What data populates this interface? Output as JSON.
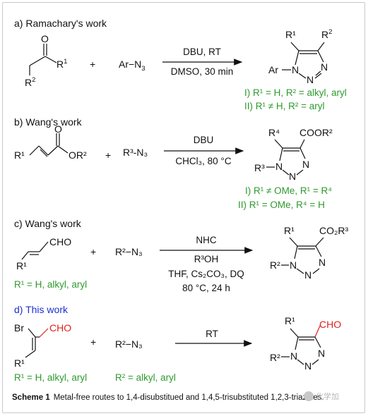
{
  "sections": {
    "a": {
      "header": "a) Ramachary's work",
      "r1": "R",
      "r1_sup": "1",
      "r2": "R",
      "r2_sup": "2",
      "o": "O",
      "plus": "+",
      "azide": "Ar−N",
      "azide_sub": "3",
      "cond_top": "DBU, RT",
      "cond_bottom": "DMSO, 30 min",
      "product_ar": "Ar",
      "n": "N",
      "line1": "I)  R¹ = H, R² = alkyl, aryl",
      "line2": "II) R¹ ≠ H, R² = aryl"
    },
    "b": {
      "header": "b) Wang's work",
      "reactant": "R¹",
      "or2": "OR²",
      "o": "O",
      "plus": "+",
      "azide": "R³-N₃",
      "cond_top": "DBU",
      "cond_bottom": "CHCl₃, 80 °C",
      "r4": "R⁴",
      "coor2": "COOR²",
      "r3": "R³",
      "line1": "I) R¹ ≠ OMe, R¹ = R⁴",
      "line2": "II) R¹ = OMe, R⁴ = H"
    },
    "c": {
      "header": "c) Wang's work",
      "cho": "CHO",
      "r1": "R¹",
      "plus": "+",
      "azide": "R²−N₃",
      "cond1": "NHC",
      "cond2": "R³OH",
      "cond3": "THF, Cs₂CO₃, DQ",
      "cond4": "80 °C, 24 h",
      "p_r1": "R¹",
      "p_co2r3": "CO₂R³",
      "p_r2": "R²",
      "note": "R¹ = H, alkyl, aryl"
    },
    "d": {
      "header": "d) This work",
      "br": "Br",
      "cho": "CHO",
      "r1": "R¹",
      "plus": "+",
      "azide": "R²−N₃",
      "cond": "RT",
      "p_r1": "R¹",
      "p_cho": "CHO",
      "p_r2": "R²",
      "note1": "R¹ = H, alkyl, aryl",
      "note2": "R² = alkyl, aryl"
    }
  },
  "caption": {
    "label": "Scheme 1",
    "text": "Metal-free routes to 1,4-disubstitued and 1,4,5-trisubstituted 1,2,3-triazoles."
  },
  "watermark": "化学加",
  "colors": {
    "green": "#2e9a2e",
    "blue": "#1f2fd0",
    "red": "#e0201c"
  }
}
